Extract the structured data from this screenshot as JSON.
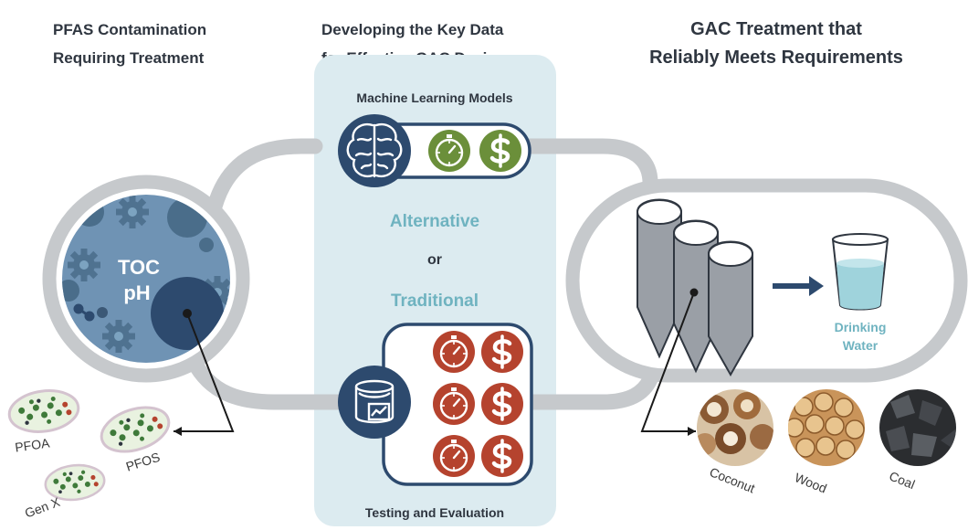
{
  "headers": {
    "left": {
      "line1": "PFAS Contamination",
      "line2": "Requiring Treatment"
    },
    "middle": {
      "line1": "Developing the Key Data",
      "line2": "for Effective GAC Design"
    },
    "right": {
      "line1": "GAC Treatment that",
      "line2": "Reliably Meets Requirements"
    }
  },
  "middle": {
    "ml_label": "Machine Learning Models",
    "alternative": "Alternative",
    "or": "or",
    "traditional": "Traditional",
    "testing_label": "Testing and Evaluation"
  },
  "water_circle": {
    "line1": "TOC",
    "line2": "pH"
  },
  "pfas_molecules": [
    "PFOA",
    "PFOS",
    "Gen X"
  ],
  "treatment": {
    "drinking_line1": "Drinking",
    "drinking_line2": "Water"
  },
  "media": [
    "Coconut",
    "Wood",
    "Coal"
  ],
  "icons": {
    "stopwatch": "stopwatch-icon",
    "dollar": "dollar-icon",
    "brain": "brain-icon",
    "tank": "tank-icon",
    "columns": "gac-columns-icon",
    "glass": "water-glass-icon"
  },
  "colors": {
    "navy": "#2d4a6e",
    "green": "#6b8f3a",
    "red": "#b5432e",
    "teal": "#6fb3c0",
    "panel": "#dcebf0",
    "loop": "#c6c9cc"
  }
}
